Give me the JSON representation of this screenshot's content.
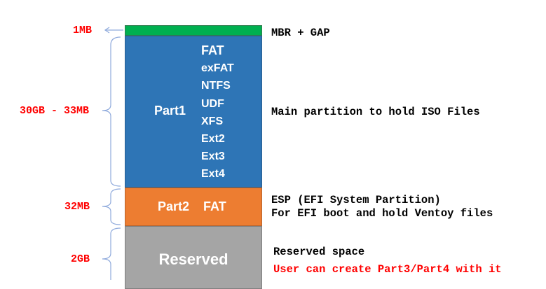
{
  "colors": {
    "mbr": "#00b050",
    "part1": "#2e75b6",
    "part2": "#ed7d31",
    "reserved": "#a5a5a5",
    "size_label": "#ff0000",
    "bracket": "#8faadc"
  },
  "segments": {
    "mbr": {
      "size": "1MB",
      "description": "MBR + GAP"
    },
    "part1": {
      "label": "Part1",
      "size": "30GB - 33MB",
      "filesystems": [
        "FAT",
        "exFAT",
        "NTFS",
        "UDF",
        "XFS",
        "Ext2",
        "Ext3",
        "Ext4"
      ],
      "description": "Main partition to hold ISO Files"
    },
    "part2": {
      "label": "Part2    FAT",
      "size": "32MB",
      "description_line1": "ESP (EFI System Partition)",
      "description_line2": "For EFI boot and hold Ventoy files"
    },
    "reserved": {
      "label": "Reserved",
      "size": "2GB",
      "description_line1": "Reserved space",
      "description_line2": "User can create Part3/Part4 with it"
    }
  }
}
